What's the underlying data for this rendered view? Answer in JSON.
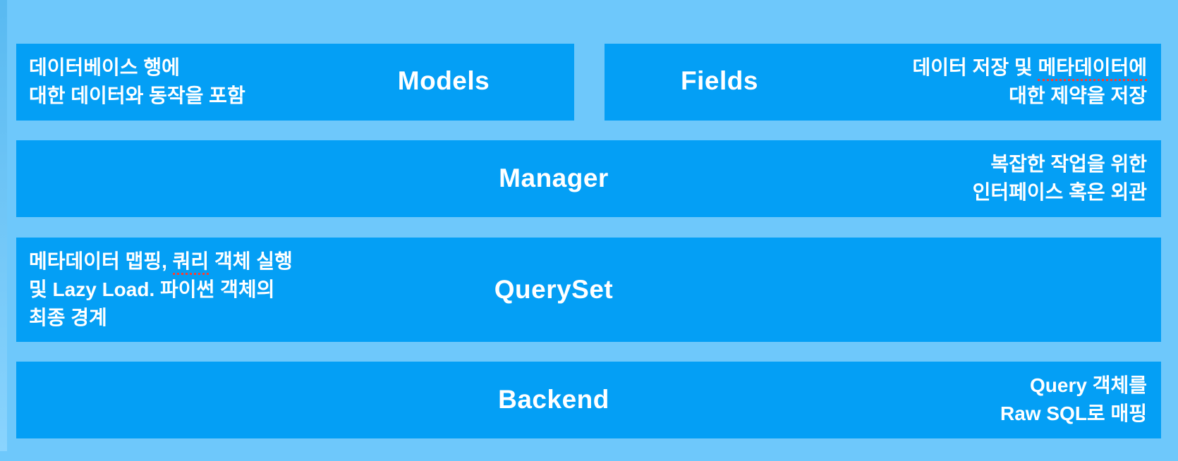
{
  "colors": {
    "bg": "#6EC8FB",
    "box": "#049FF5",
    "text": "#FFFFFF",
    "spell": "#FF3B2E"
  },
  "boxes": {
    "models": {
      "title": "Models",
      "line1": "데이터베이스 행에",
      "line2": "대한 데이터와 동작을 포함"
    },
    "fields": {
      "title": "Fields",
      "line1_pre": "데이터 저장 및 ",
      "line1_underlined": "메타데이터에",
      "line2": "대한 제약을 저장"
    },
    "manager": {
      "title": "Manager",
      "line1": "복잡한 작업을 위한",
      "line2": "인터페이스 혹은 외관"
    },
    "queryset": {
      "title": "QuerySet",
      "line1_pre": "메타데이터 맵핑, ",
      "line1_underlined": "쿼리",
      "line1_post": " 객체 실행",
      "line2": "및 Lazy Load. 파이썬 객체의",
      "line3": "최종 경계"
    },
    "backend": {
      "title": "Backend",
      "line1": "Query 객체를",
      "line2": "Raw SQL로 매핑"
    }
  }
}
